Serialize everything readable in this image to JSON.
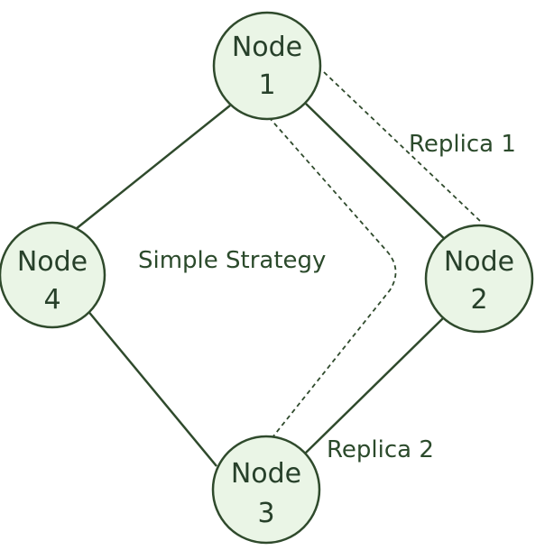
{
  "diagram": {
    "center_label": "Simple Strategy",
    "nodes": [
      {
        "id": "node-1",
        "word": "Node",
        "number": "1"
      },
      {
        "id": "node-2",
        "word": "Node",
        "number": "2"
      },
      {
        "id": "node-3",
        "word": "Node",
        "number": "3"
      },
      {
        "id": "node-4",
        "word": "Node",
        "number": "4"
      }
    ],
    "edges": [
      {
        "from": "node-1",
        "to": "node-2"
      },
      {
        "from": "node-2",
        "to": "node-3"
      },
      {
        "from": "node-3",
        "to": "node-4"
      },
      {
        "from": "node-4",
        "to": "node-1"
      }
    ],
    "replicas": [
      {
        "label": "Replica 1",
        "from": "node-1",
        "to": "node-2"
      },
      {
        "label": "Replica 2",
        "from": "node-1",
        "to": "node-3"
      }
    ],
    "colors": {
      "node_fill": "#eaf5e6",
      "stroke": "#2f4a2c",
      "text": "#27402a"
    }
  }
}
